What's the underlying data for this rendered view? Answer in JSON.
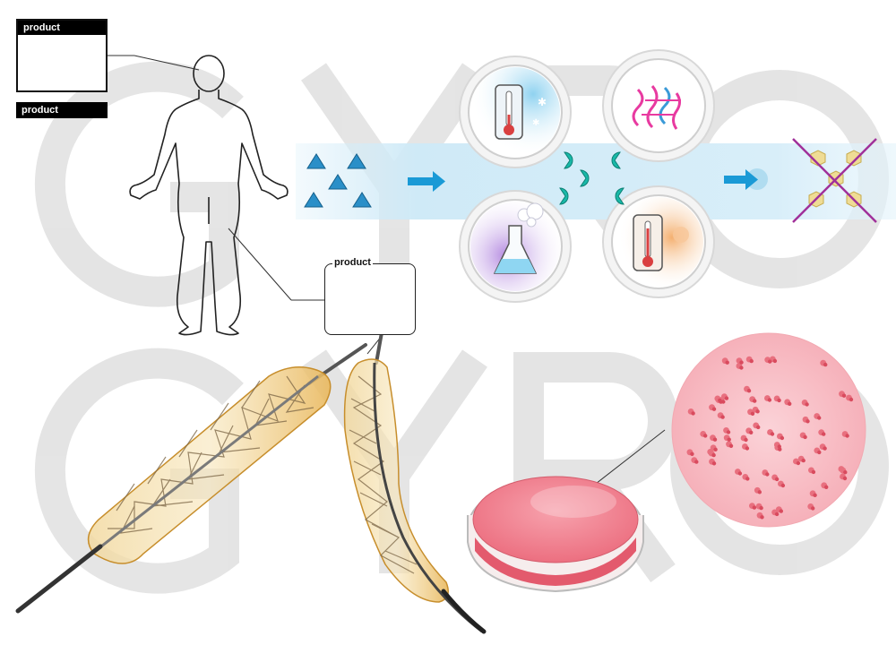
{
  "labels": {
    "head_box_title": "product",
    "secondary_bar": "product",
    "leg_box_title": "product"
  },
  "watermark": {
    "text": "GYRO",
    "color": "#d9d9d9"
  },
  "colors": {
    "triangle": "#2a8fc8",
    "arrow": "#1a9ad6",
    "pacman": "#19b9a8",
    "band": "#d6eef8",
    "cross": "#a0309a",
    "hexagon": "#e9d37f",
    "stent": "#e8b65a",
    "dish_medium": "#f07b8a",
    "zoom_circle": "#f9c2c8"
  },
  "icons": {
    "top_left": "thermometer-cold-icon",
    "top_right": "dna-icon",
    "bottom_left": "flask-icon",
    "bottom_right": "thermometer-hot-icon"
  }
}
